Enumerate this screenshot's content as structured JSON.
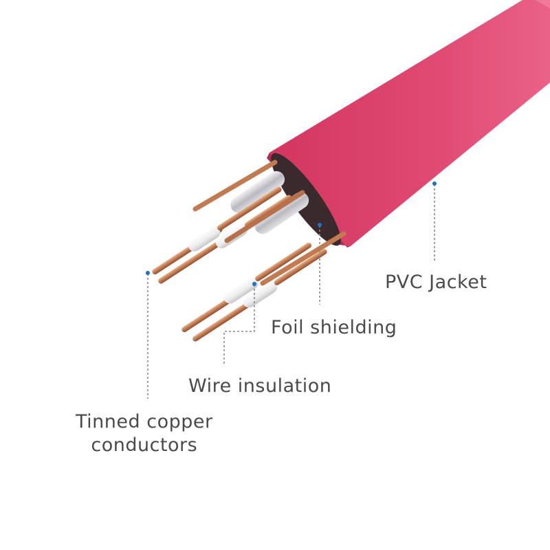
{
  "colors": {
    "jacket": "#e24a74",
    "jacket_dark": "#c8325c",
    "copper": "#c8845a",
    "insulation": "#f2f2f2",
    "foil": "#c9c9cf",
    "leader_line": "#8a8a8a",
    "marker_dot": "#1e73be",
    "label_text": "#4a4a4a"
  },
  "callouts": {
    "pvc_jacket": "PVC Jacket",
    "foil_shielding": "Foil shielding",
    "wire_insulation": "Wire insulation",
    "tinned_copper": [
      "Tinned copper",
      "conductors"
    ]
  }
}
